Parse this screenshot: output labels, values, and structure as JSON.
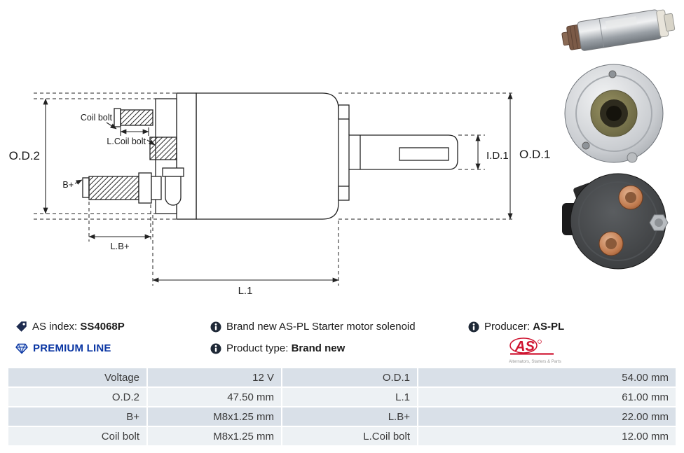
{
  "drawing": {
    "labels": {
      "coil_bolt": "Coil bolt",
      "l_coil_bolt": "L.Coil bolt",
      "b_plus": "B+",
      "l_b_plus": "L.B+",
      "od2": "O.D.2",
      "od1": "O.D.1",
      "id1": "I.D.1",
      "l1": "L.1"
    }
  },
  "info": {
    "as_index": {
      "label": "AS index:",
      "value": "SS4068P"
    },
    "description": "Brand new AS-PL Starter motor solenoid",
    "producer": {
      "label": "Producer:",
      "value": "AS-PL"
    },
    "premium_line": "PREMIUM LINE",
    "product_type": {
      "label": "Product type:",
      "value": "Brand new"
    },
    "logo": {
      "text": "AS",
      "subtext": "Alternators, Starters & Parts"
    }
  },
  "table": {
    "rows": [
      {
        "label1": "Voltage",
        "value1": "12 V",
        "label2": "O.D.1",
        "value2": "54.00 mm"
      },
      {
        "label1": "O.D.2",
        "value1": "47.50 mm",
        "label2": "L.1",
        "value2": "61.00 mm"
      },
      {
        "label1": "B+",
        "value1": "M8x1.25 mm",
        "label2": "L.B+",
        "value2": "22.00 mm"
      },
      {
        "label1": "Coil bolt",
        "value1": "M8x1.25 mm",
        "label2": "L.Coil bolt",
        "value2": "12.00 mm"
      }
    ]
  },
  "colors": {
    "premium_blue": "#0a36a3",
    "logo_red": "#cf1430",
    "row_dark": "#d9e0e8",
    "row_light": "#edf1f4",
    "line_color": "#222222"
  }
}
